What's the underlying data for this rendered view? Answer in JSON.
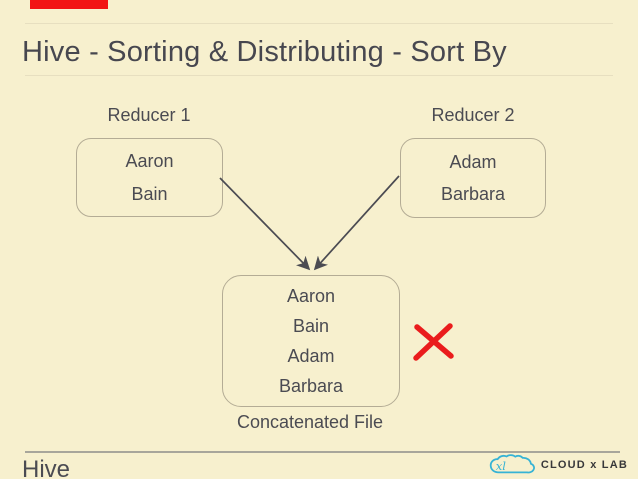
{
  "slide": {
    "title": "Hive - Sorting & Distributing - Sort By",
    "footer_label": "Hive"
  },
  "diagram": {
    "reducer1": {
      "label": "Reducer 1",
      "items": [
        "Aaron",
        "Bain"
      ]
    },
    "reducer2": {
      "label": "Reducer 2",
      "items": [
        "Adam",
        "Barbara"
      ]
    },
    "output": {
      "items": [
        "Aaron",
        "Bain",
        "Adam",
        "Barbara"
      ],
      "caption": "Concatenated File"
    },
    "annotation": "rejected-cross"
  },
  "branding": {
    "logo_text": "CLOUD x LAB",
    "logo_monogram": "xl"
  },
  "colors": {
    "background": "#f7f0ce",
    "text": "#4b4b52",
    "box_border": "#b4ac95",
    "cross_red": "#ea1c1c",
    "progress_red": "#f21414",
    "logo_teal": "#36b3d5",
    "footer_rule": "#a8a69b"
  }
}
